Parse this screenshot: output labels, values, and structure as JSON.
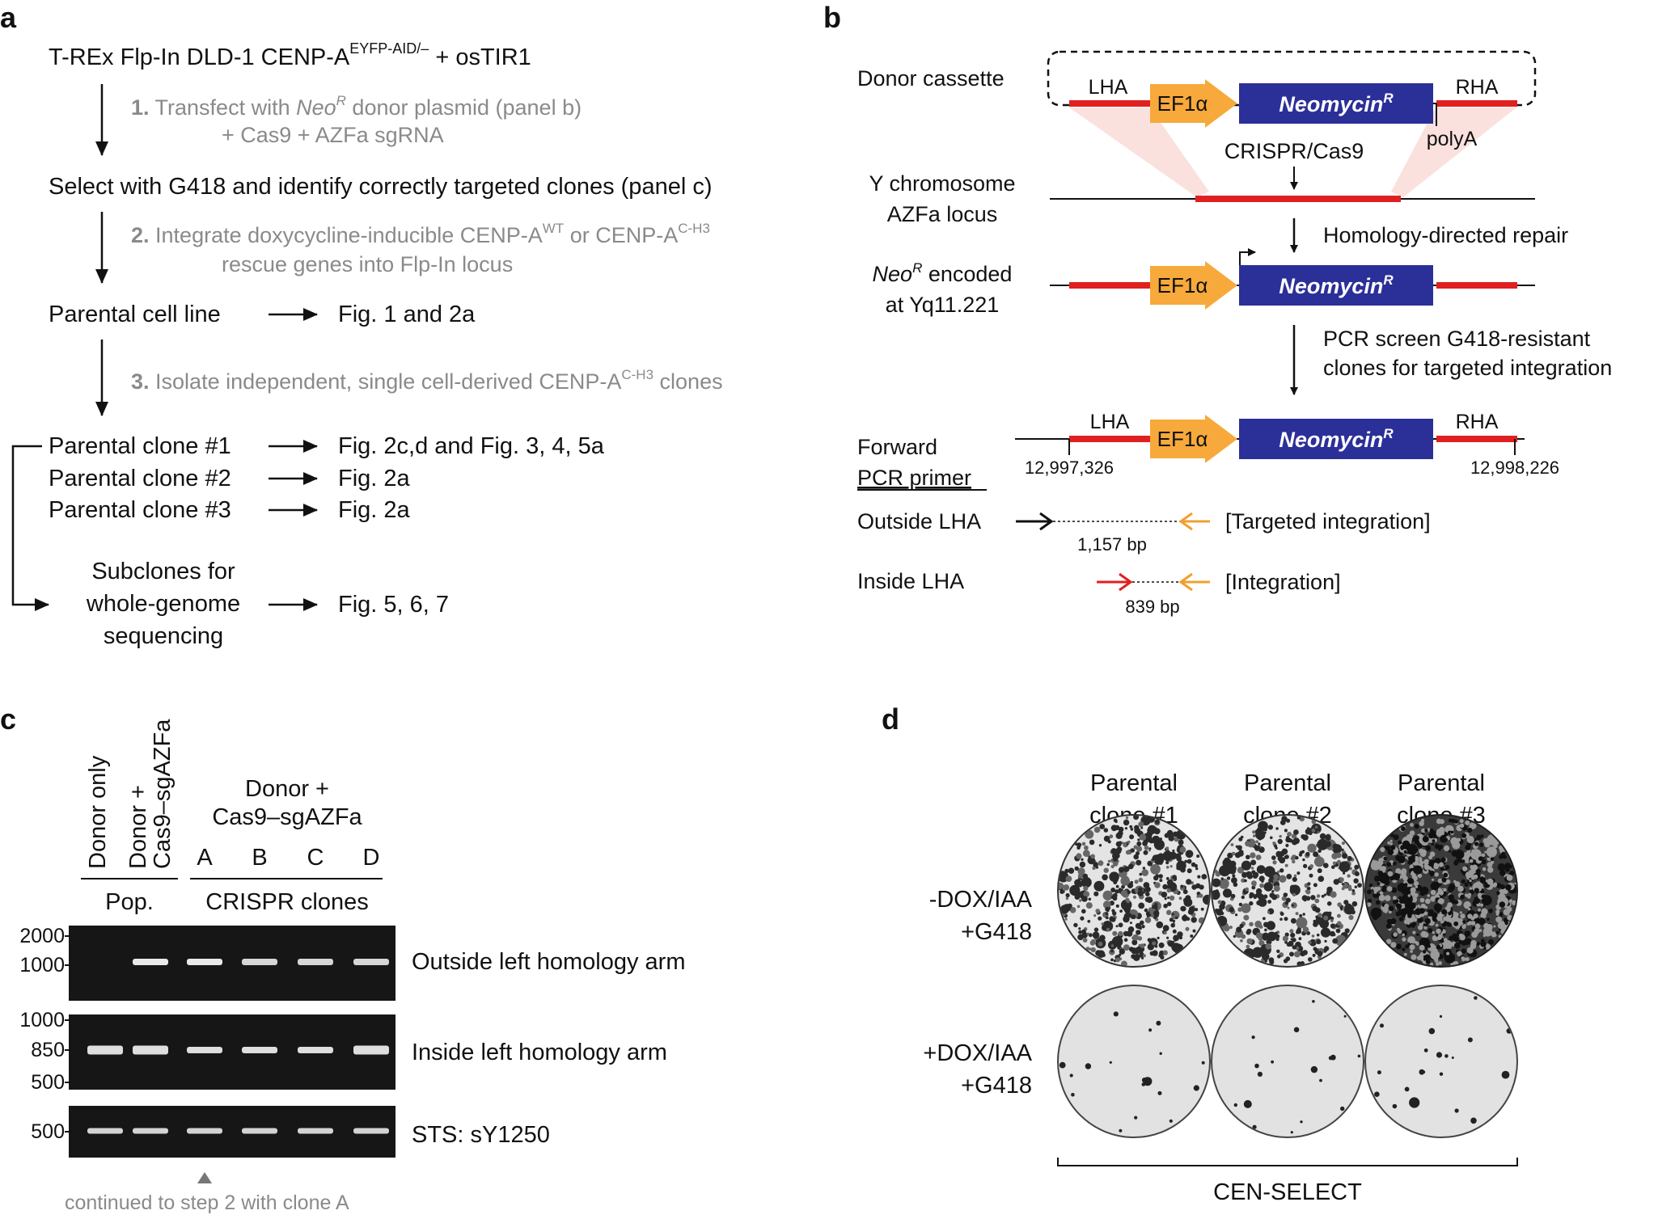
{
  "panels": {
    "a": "a",
    "b": "b",
    "c": "c",
    "d": "d"
  },
  "a": {
    "header_main": "T-REx Flp-In DLD-1 CENP-A",
    "header_sup": "EYFP-AID/–",
    "header_tail": " + osTIR1",
    "step1_num": "1.",
    "step1_text_a": " Transfect with ",
    "step1_neo": "Neo",
    "step1_neo_sup": "R",
    "step1_text_b": " donor plasmid (panel b)",
    "step1_line2": "+ Cas9 + AZFa sgRNA",
    "select_text": "Select with G418 and identify correctly targeted clones (panel c)",
    "step2_num": "2.",
    "step2_text_a": " Integrate doxycycline-inducible CENP-A",
    "step2_sup1": "WT",
    "step2_text_b": " or CENP-A",
    "step2_sup2": "C-H3",
    "step2_line2": "rescue genes into Flp-In locus",
    "parental_line": "Parental cell line",
    "parental_line_fig": "Fig. 1 and 2a",
    "step3_num": "3.",
    "step3_text_a": " Isolate independent, single cell-derived CENP-A",
    "step3_sup": "C-H3",
    "step3_text_b": " clones",
    "clones": [
      {
        "label": "Parental clone #1",
        "fig": "Fig. 2c,d and Fig. 3, 4, 5a"
      },
      {
        "label": "Parental clone #2",
        "fig": "Fig. 2a"
      },
      {
        "label": "Parental clone #3",
        "fig": "Fig. 2a"
      }
    ],
    "subclones": [
      "Subclones for",
      "whole-genome",
      "sequencing"
    ],
    "subclones_fig": "Fig. 5, 6, 7"
  },
  "b": {
    "donor_cassette": "Donor cassette",
    "lha": "LHA",
    "rha": "RHA",
    "ef1a": "EF1α",
    "neomycin": "Neomycin",
    "neomycin_sup": "R",
    "polya": "polyA",
    "crispr": "CRISPR/Cas9",
    "ychrom": [
      "Y chromosome",
      "AZFa locus"
    ],
    "hdr": "Homology-directed repair",
    "neo_encoded_a": "Neo",
    "neo_encoded_sup": "R",
    "neo_encoded_b": " encoded",
    "neo_encoded_line2": "at Yq11.221",
    "pcr_screen": [
      "PCR screen G418-resistant",
      "clones for targeted integration"
    ],
    "forward": "Forward",
    "pcr_primer": "PCR primer",
    "coord_left": "12,997,326",
    "coord_right": "12,998,226",
    "outside_lha": "Outside LHA",
    "outside_bp": "1,157 bp",
    "outside_result": "[Targeted integration]",
    "inside_lha": "Inside LHA",
    "inside_bp": "839 bp",
    "inside_result": "[Integration]"
  },
  "c": {
    "lanes_rot": [
      "Donor only",
      "Donor +",
      "Cas9–sgAZFa"
    ],
    "donor_header": [
      "Donor +",
      "Cas9–sgAZFa"
    ],
    "clone_letters": [
      "A",
      "B",
      "C",
      "D"
    ],
    "pop": "Pop.",
    "crispr_clones": "CRISPR clones",
    "gels": [
      {
        "label": "Outside left homology arm",
        "markers": [
          "2000",
          "1000"
        ]
      },
      {
        "label": "Inside left homology arm",
        "markers": [
          "1000",
          "850",
          "500"
        ]
      },
      {
        "label": "STS: sY1250",
        "markers": [
          "500"
        ]
      }
    ],
    "note": "continued to step 2 with clone A",
    "band_intensity_outside": [
      0,
      1,
      1,
      0.8,
      0.8,
      0.8
    ]
  },
  "d": {
    "columns": [
      [
        "Parental",
        "clone #1"
      ],
      [
        "Parental",
        "clone #2"
      ],
      [
        "Parental",
        "clone #3"
      ]
    ],
    "rows": [
      [
        "-DOX/IAA",
        "+G418"
      ],
      [
        "+DOX/IAA",
        "+G418"
      ]
    ],
    "footer": "CEN-SELECT",
    "colony_density": [
      [
        0.55,
        0.5,
        0.85
      ],
      [
        0.02,
        0.02,
        0.025
      ]
    ]
  },
  "colors": {
    "arm_red": "#e02020",
    "ef1a_orange": "#f7a93b",
    "neo_blue": "#2b2f98",
    "gray_text": "#8a8a8a",
    "gel_bg": "#161616",
    "primer_black": "#111111",
    "primer_red": "#e02020",
    "primer_orange": "#f0a030"
  }
}
